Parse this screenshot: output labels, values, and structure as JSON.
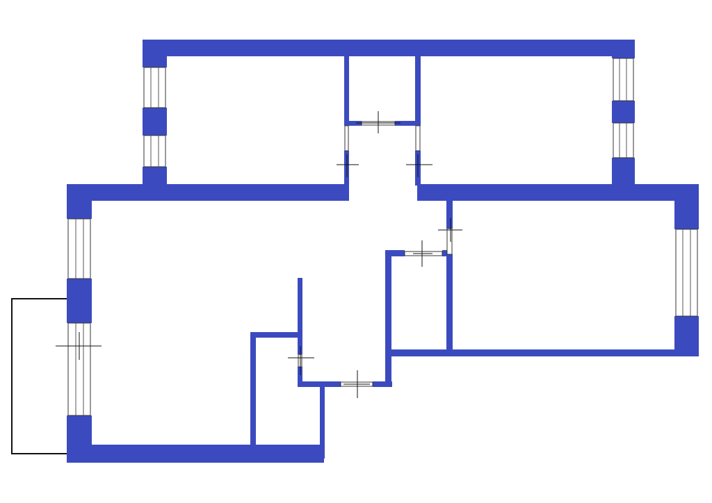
{
  "colors": {
    "wall": "#3b4bbf",
    "background": "#ffffff",
    "line": "#111111"
  },
  "plan": {
    "rooms": 3,
    "balconies": 1,
    "windows": 6,
    "doors": 8
  }
}
